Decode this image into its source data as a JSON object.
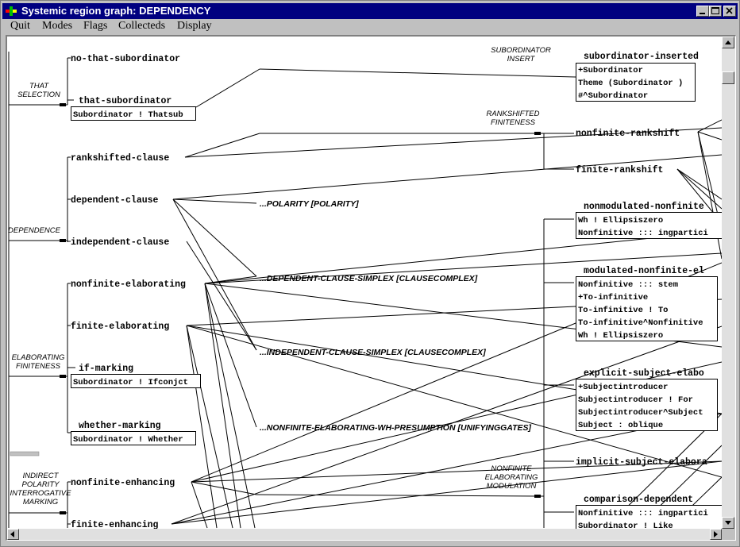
{
  "window": {
    "title": "Systemic region graph: DEPENDENCY"
  },
  "menu": [
    "Quit",
    "Modes",
    "Flags",
    "Collecteds",
    "Display"
  ],
  "systems": [
    {
      "label": "THAT\nSELECTION"
    },
    {
      "label": "DEPENDENCE"
    },
    {
      "label": "ELABORATING\nFINITENESS"
    },
    {
      "label": "INDIRECT\nPOLARITY\nINTERROGATIVE\nMARKING"
    },
    {
      "label": "SUBORDINATOR\nINSERT"
    },
    {
      "label": "RANKSHIFTED\nFINITENESS"
    },
    {
      "label": "NONFINITE\nELABORATING\nMODULATION"
    }
  ],
  "features": [
    {
      "name": "no-that-subordinator"
    },
    {
      "name": "that-subordinator"
    },
    {
      "name": "rankshifted-clause"
    },
    {
      "name": "dependent-clause"
    },
    {
      "name": "independent-clause"
    },
    {
      "name": "nonfinite-elaborating"
    },
    {
      "name": "finite-elaborating"
    },
    {
      "name": "if-marking"
    },
    {
      "name": "whether-marking"
    },
    {
      "name": "nonfinite-enhancing"
    },
    {
      "name": "finite-enhancing"
    },
    {
      "name": "subordinator-inserted"
    },
    {
      "name": "nonfinite-rankshift"
    },
    {
      "name": "finite-rankshift"
    },
    {
      "name": "nonmodulated-nonfinite"
    },
    {
      "name": "modulated-nonfinite-el"
    },
    {
      "name": "explicit-subject-elabo"
    },
    {
      "name": "implicit-subject-elabora"
    },
    {
      "name": "comparison-dependent"
    }
  ],
  "realizations": [
    {
      "lines": [
        "Subordinator ! Thatsub"
      ]
    },
    {
      "lines": [
        "Subordinator ! Ifconjct"
      ]
    },
    {
      "lines": [
        "Subordinator ! Whether"
      ]
    },
    {
      "lines": [
        "+Subordinator",
        "Theme (Subordinator )",
        "#^Subordinator"
      ]
    },
    {
      "lines": [
        "Wh ! Ellipsiszero",
        "Nonfinitive ::: ingpartici"
      ]
    },
    {
      "lines": [
        "Nonfinitive ::: stem",
        "+To-infinitive",
        "To-infinitive ! To",
        "To-infinitive^Nonfinitive",
        "Wh ! Ellipsiszero"
      ]
    },
    {
      "lines": [
        "+Subjectintroducer",
        "Subjectintroducer ! For",
        "Subjectintroducer^Subject",
        "Subject : oblique"
      ]
    },
    {
      "lines": [
        "Nonfinitive ::: ingpartici",
        "Subordinator ! Like"
      ]
    }
  ],
  "gates": [
    {
      "text": "...POLARITY [POLARITY]"
    },
    {
      "text": "...DEPENDENT-CLAUSE-SIMPLEX [CLAUSECOMPLEX]"
    },
    {
      "text": "...INDEPENDENT-CLAUSE-SIMPLEX [CLAUSECOMPLEX]"
    },
    {
      "text": "...NONFINITE-ELABORATING-WH-PRESUMPTION [UNIFYINGGATES]"
    }
  ]
}
